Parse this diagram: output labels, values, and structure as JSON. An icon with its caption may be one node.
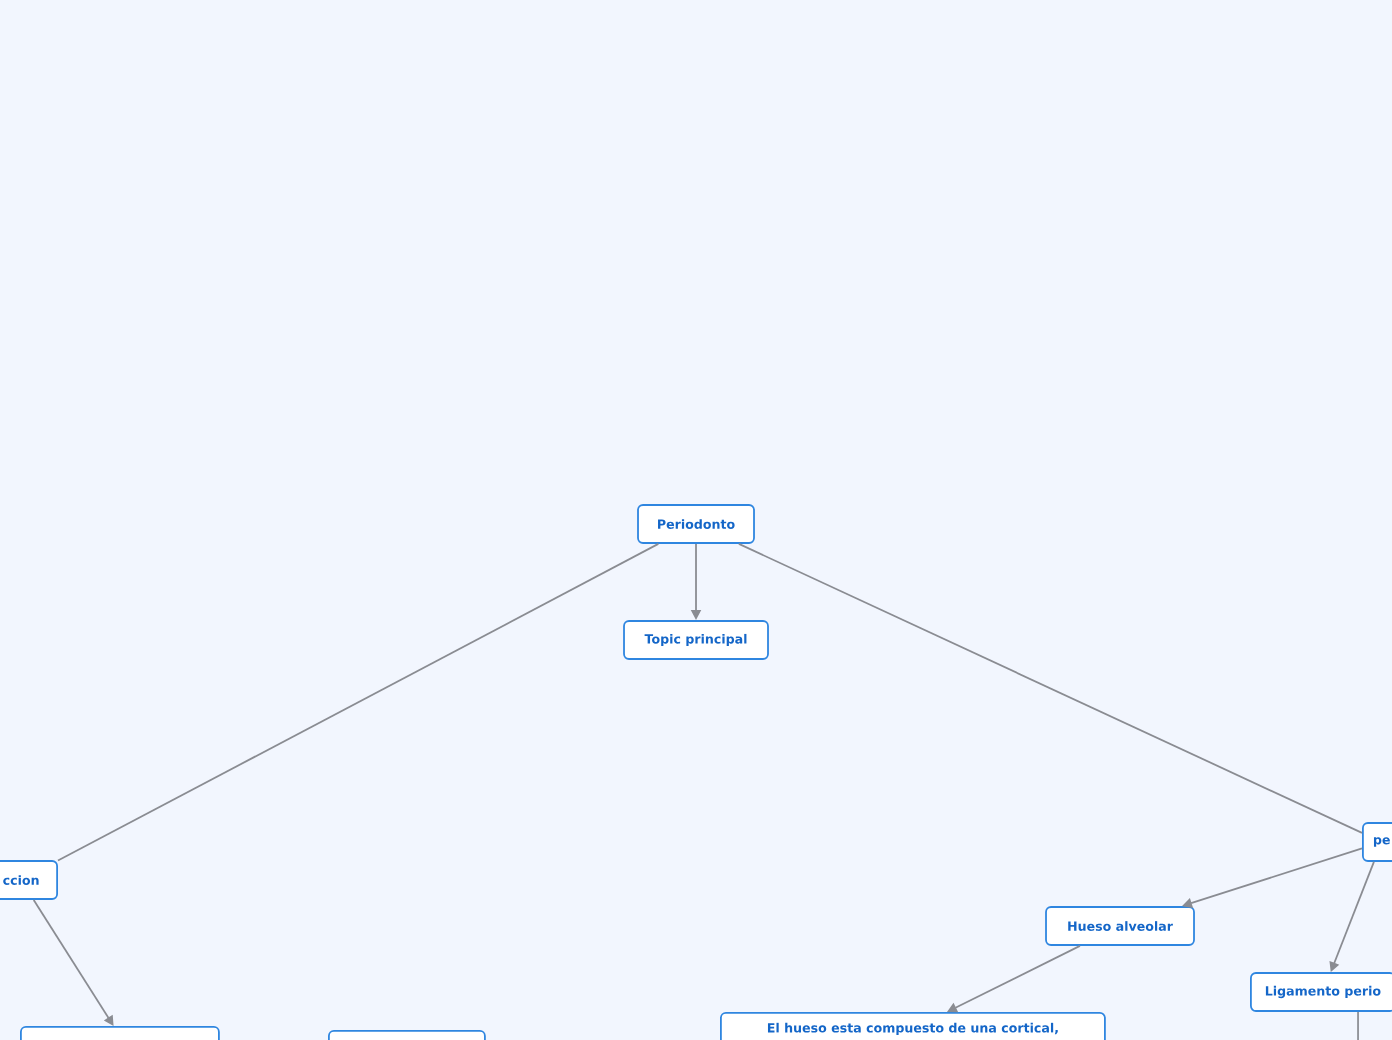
{
  "diagram": {
    "nodes": [
      {
        "text": [
          "Periodonto"
        ]
      },
      {
        "text": [
          "Topic principal"
        ]
      },
      {
        "text": [
          "ccion"
        ]
      },
      {
        "text": [
          "pe"
        ]
      },
      {
        "text": [
          "Hueso alveolar"
        ]
      },
      {
        "text": [
          "Ligamento perio"
        ]
      },
      {
        "text": [
          "El hueso esta compuesto de una cortical,"
        ]
      },
      {
        "text": [],
        "shape": "box"
      },
      {
        "text": [],
        "shape": "box"
      }
    ],
    "edges": [
      {
        "from": 0,
        "to": 1,
        "arrow": "to"
      },
      {
        "from": 0,
        "to": 2,
        "arrow": "none"
      },
      {
        "from": 0,
        "to": 3,
        "arrow": "none"
      },
      {
        "from": 2,
        "to": 7,
        "arrow": "to"
      },
      {
        "from": 3,
        "to": 4,
        "arrow": "to"
      },
      {
        "from": 3,
        "to": 5,
        "arrow": "to"
      },
      {
        "from": 4,
        "to": 6,
        "arrow": "to"
      },
      {
        "from": 5,
        "to": null,
        "arrow": "none"
      }
    ]
  }
}
